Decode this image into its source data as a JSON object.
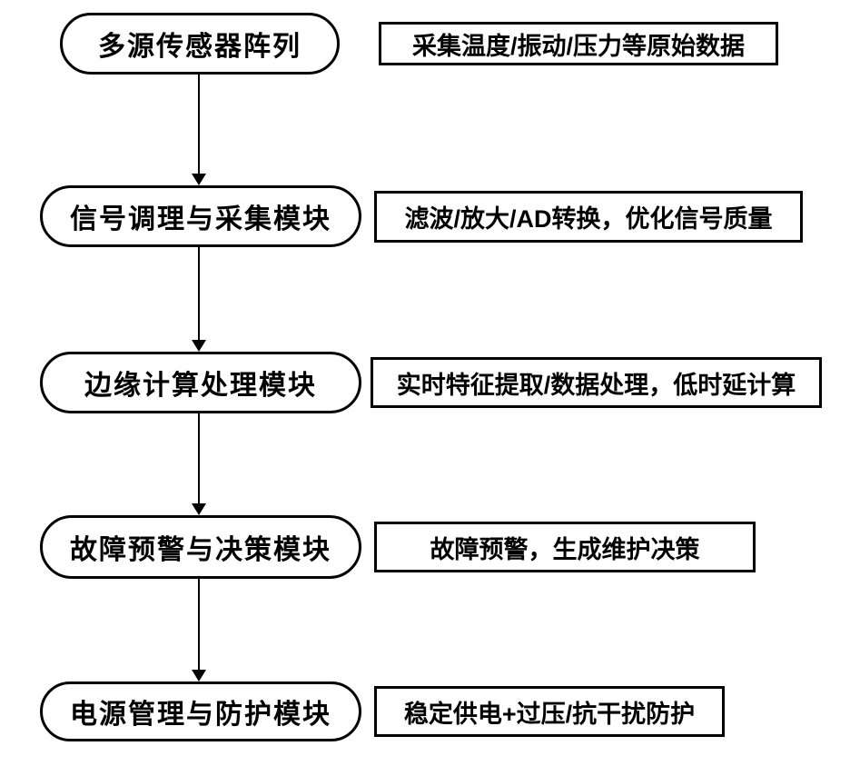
{
  "diagram": {
    "title": "",
    "type": "vertical-flowchart",
    "colors": {
      "stroke": "#000000",
      "background": "#ffffff",
      "text": "#000000"
    },
    "rows": [
      {
        "node": "多源传感器阵列",
        "note": "采集温度/振动/压力等原始数据"
      },
      {
        "node": "信号调理与采集模块",
        "note": "滤波/放大/AD转换，优化信号质量"
      },
      {
        "node": "边缘计算处理模块",
        "note": "实时特征提取/数据处理，低时延计算"
      },
      {
        "node": "故障预警与决策模块",
        "note": "故障预警，生成维护决策"
      },
      {
        "node": "电源管理与防护模块",
        "note": "稳定供电+过压/抗干扰防护"
      }
    ],
    "connections": [
      {
        "from": 0,
        "to": 1,
        "style": "arrow-down"
      },
      {
        "from": 1,
        "to": 2,
        "style": "arrow-down"
      },
      {
        "from": 2,
        "to": 3,
        "style": "arrow-down"
      },
      {
        "from": 3,
        "to": 4,
        "style": "arrow-down"
      }
    ]
  }
}
